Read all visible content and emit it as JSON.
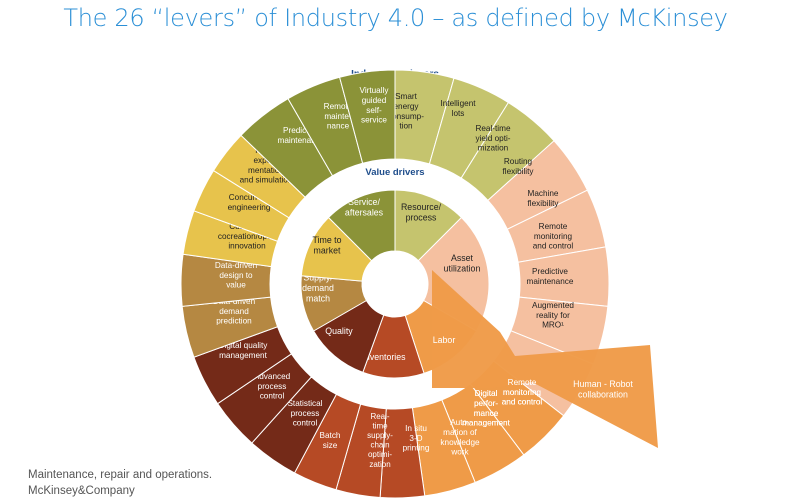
{
  "title": "The 26 “levers” of Industry 4.0 – as defined by McKinsey",
  "outer_label": "Industry 4.0 levers",
  "inner_label": "Value drivers",
  "colors": {
    "resource": "#c5c46e",
    "asset": "#f5c0a0",
    "labor": "#ef9b48",
    "inventories": "#b64a25",
    "quality": "#742a18",
    "supply": "#b58842",
    "time": "#e7c34c",
    "service": "#8b9338",
    "title": "#2b8fd6",
    "label_blue": "#1f4e8c"
  },
  "value_drivers": [
    {
      "lines": [
        "Resource/",
        "process"
      ],
      "color": "#c5c46e",
      "text_color": "#222222"
    },
    {
      "lines": [
        "Asset",
        "utilization"
      ],
      "color": "#f5c0a0",
      "text_color": "#222222"
    },
    {
      "lines": [
        "Labor"
      ],
      "color": "#ef9b48",
      "text_color": "#ffffff"
    },
    {
      "lines": [
        "Inventories"
      ],
      "color": "#b64a25",
      "text_color": "#ffffff"
    },
    {
      "lines": [
        "Quality"
      ],
      "color": "#742a18",
      "text_color": "#ffffff"
    },
    {
      "lines": [
        "Supply/",
        "demand",
        "match"
      ],
      "color": "#b58842",
      "text_color": "#ffffff"
    },
    {
      "lines": [
        "Time to",
        "market"
      ],
      "color": "#e7c34c",
      "text_color": "#222222"
    },
    {
      "lines": [
        "Service/",
        "aftersales"
      ],
      "color": "#8b9338",
      "text_color": "#ffffff"
    }
  ],
  "levers": [
    {
      "lines": [
        "Smart",
        "energy",
        "consump-",
        "tion"
      ],
      "color": "#c5c46e",
      "text_color": "#222222"
    },
    {
      "lines": [
        "Intelligent",
        "lots"
      ],
      "color": "#c5c46e",
      "text_color": "#222222"
    },
    {
      "lines": [
        "Real-time",
        "yield opti-",
        "mization"
      ],
      "color": "#c5c46e",
      "text_color": "#222222"
    },
    {
      "lines": [
        "Routing",
        "flexibility"
      ],
      "color": "#f5c0a0",
      "text_color": "#222222"
    },
    {
      "lines": [
        "Machine",
        "flexibility"
      ],
      "color": "#f5c0a0",
      "text_color": "#222222"
    },
    {
      "lines": [
        "Remote",
        "monitoring",
        "and control"
      ],
      "color": "#f5c0a0",
      "text_color": "#222222"
    },
    {
      "lines": [
        "Predictive",
        "maintenance"
      ],
      "color": "#f5c0a0",
      "text_color": "#222222"
    },
    {
      "lines": [
        "Augmented",
        "reality for",
        "MRO¹"
      ],
      "color": "#f5c0a0",
      "text_color": "#222222"
    },
    {
      "lines": [
        "Remote",
        "monitoring",
        "and control"
      ],
      "color": "#ef9b48",
      "text_color": "#ffffff"
    },
    {
      "lines": [
        "Digital",
        "perfor-",
        "mance",
        "management"
      ],
      "color": "#ef9b48",
      "text_color": "#ffffff"
    },
    {
      "lines": [
        "Auto-",
        "mation of",
        "knowledge",
        "work"
      ],
      "color": "#ef9b48",
      "text_color": "#ffffff"
    },
    {
      "lines": [
        "In situ",
        "3-D",
        "printing"
      ],
      "color": "#b64a25",
      "text_color": "#ffffff"
    },
    {
      "lines": [
        "Real-",
        "time",
        "supply-",
        "chain",
        "optimi-",
        "zation"
      ],
      "color": "#b64a25",
      "text_color": "#ffffff"
    },
    {
      "lines": [
        "Batch",
        "size"
      ],
      "color": "#b64a25",
      "text_color": "#ffffff"
    },
    {
      "lines": [
        "Statistical",
        "process",
        "control"
      ],
      "color": "#742a18",
      "text_color": "#ffffff"
    },
    {
      "lines": [
        "Advanced",
        "process",
        "control"
      ],
      "color": "#742a18",
      "text_color": "#ffffff"
    },
    {
      "lines": [
        "Digital quality",
        "management"
      ],
      "color": "#742a18",
      "text_color": "#ffffff"
    },
    {
      "lines": [
        "Data-driven",
        "demand",
        "prediction"
      ],
      "color": "#b58842",
      "text_color": "#ffffff"
    },
    {
      "lines": [
        "Data-driven",
        "design to",
        "value"
      ],
      "color": "#b58842",
      "text_color": "#ffffff"
    },
    {
      "lines": [
        "Customer",
        "cocreation/open",
        "innovation"
      ],
      "color": "#e7c34c",
      "text_color": "#222222"
    },
    {
      "lines": [
        "Concurrent",
        "engineering"
      ],
      "color": "#e7c34c",
      "text_color": "#222222"
    },
    {
      "lines": [
        "Rapid",
        "experi-",
        "mentation",
        "and simulation"
      ],
      "color": "#e7c34c",
      "text_color": "#222222"
    },
    {
      "lines": [
        "Predictive",
        "maintenance"
      ],
      "color": "#8b9338",
      "text_color": "#ffffff"
    },
    {
      "lines": [
        "Remote",
        "mainte-",
        "nance"
      ],
      "color": "#8b9338",
      "text_color": "#ffffff"
    },
    {
      "lines": [
        "Virtually",
        "guided",
        "self-",
        "service"
      ],
      "color": "#8b9338",
      "text_color": "#ffffff"
    }
  ],
  "callout": {
    "lines": [
      "Human - Robot",
      "collaboration"
    ],
    "color": "#ef9b48",
    "text_color": "#ffffff"
  },
  "footnote": "Maintenance, repair and operations.",
  "source": "McKinsey&Company"
}
